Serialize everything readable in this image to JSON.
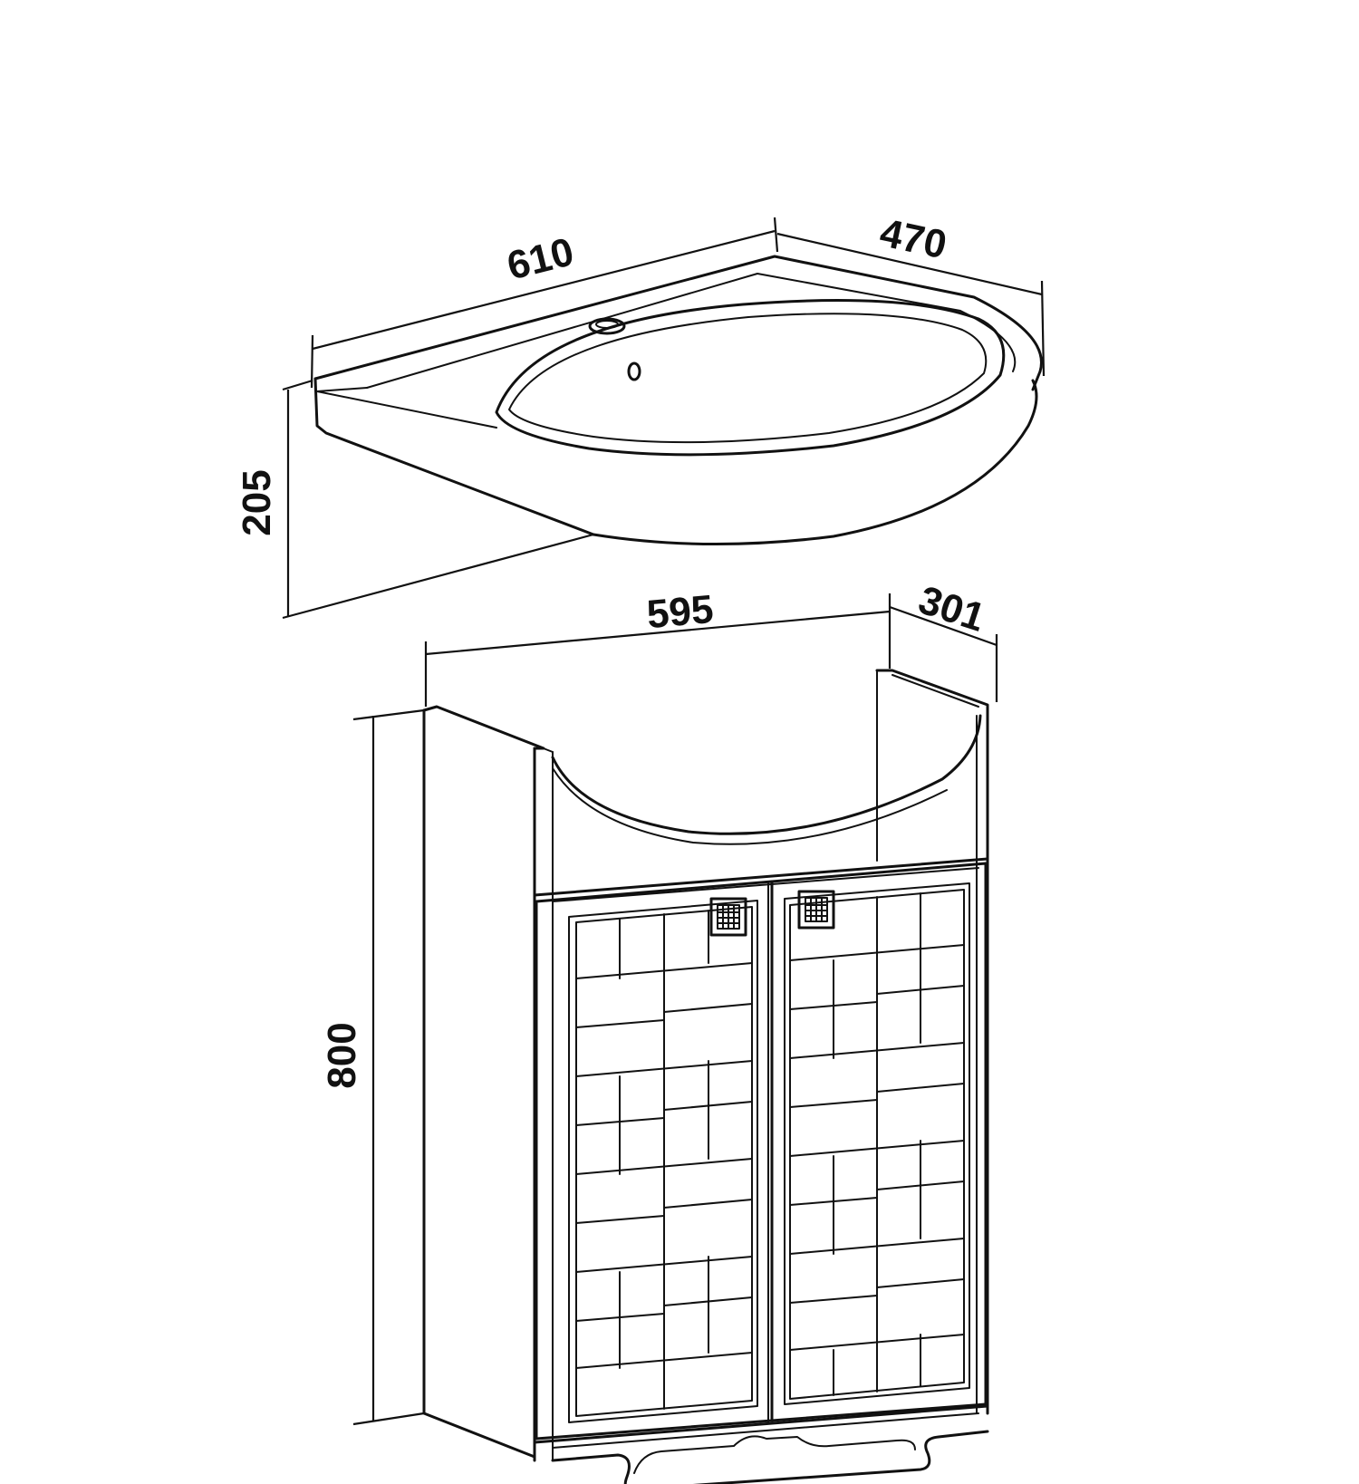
{
  "basin": {
    "width": "610",
    "depth": "470",
    "height": "205"
  },
  "cabinet": {
    "width": "595",
    "depth": "301",
    "height": "800"
  }
}
